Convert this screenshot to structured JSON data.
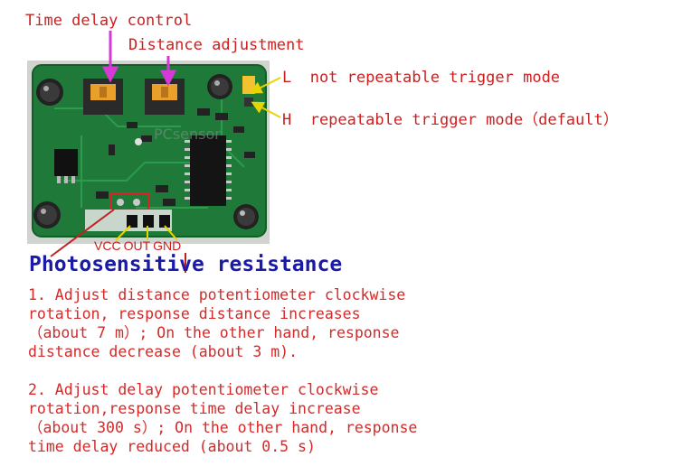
{
  "labels": {
    "time_delay": "Time delay control",
    "distance": "Distance adjustment",
    "mode_l": "L  not repeatable trigger mode",
    "mode_h": "H  repeatable trigger mode（default）",
    "silk": "PCsensor"
  },
  "pins": [
    "VCC",
    "OUT",
    "GND"
  ],
  "title": "Photosensitive resistance",
  "notes": [
    {
      "lines": [
        "1. Adjust distance potentiometer clockwise",
        "rotation, response distance increases",
        "（about 7 m）; On the other hand, response",
        "distance decrease (about 3 m)."
      ]
    },
    {
      "lines": [
        "2. Adjust delay potentiometer clockwise",
        "rotation,response time delay increase",
        "（about 300 s）; On the other hand, response",
        "time delay reduced (about 0.5 s)"
      ]
    }
  ],
  "colors": {
    "label_red": "#cc1f1f",
    "title_blue": "#1a1aa6",
    "board_green": "#1f7a3a",
    "arrow_magenta": "#d63ad6",
    "arrow_yellow": "#e8d400"
  }
}
